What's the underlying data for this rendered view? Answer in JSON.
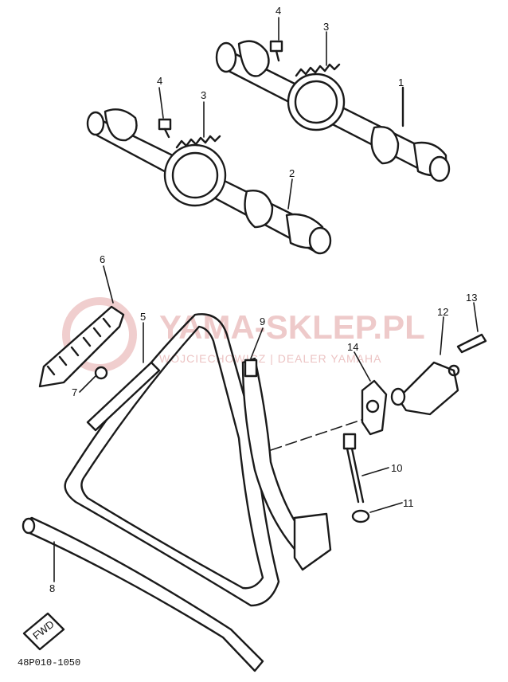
{
  "diagram": {
    "part_labels": [
      "1",
      "2",
      "3",
      "3",
      "4",
      "4",
      "5",
      "6",
      "7",
      "8",
      "9",
      "10",
      "11",
      "12",
      "13",
      "14"
    ],
    "fwd_label": "FWD",
    "drawing_code": "48P010-1050"
  },
  "watermark": {
    "title": "YAMA-SKLEP.PL",
    "subtitle": "WOJCIECHOWICZ | DEALER YAMAHA",
    "color": "#e9b9b9"
  }
}
